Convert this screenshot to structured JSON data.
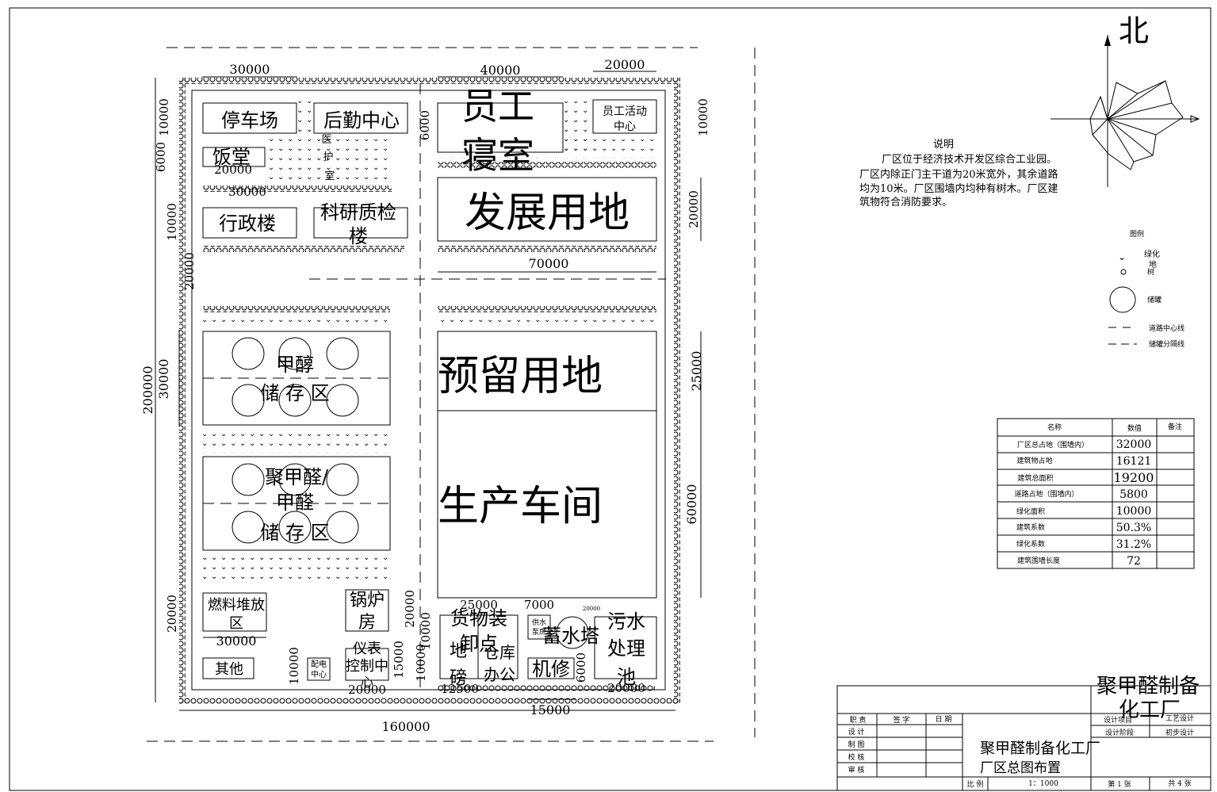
{
  "compass": {
    "north": "北"
  },
  "notes": {
    "title": "说明",
    "lines": [
      "厂区位于经济技术开发区综合工业园。",
      "厂区内除正门主干道为20米宽外，其余道路",
      "均为10米。厂区围墙内均种有树木。厂区建",
      "筑物符合消防要求。"
    ]
  },
  "legend": {
    "title": "图例",
    "green_1": "绿化",
    "green_2": "地",
    "tree": "树",
    "tank": "储罐",
    "road_center": "道路中心线",
    "tank_sep": "储罐分隔线"
  },
  "stats": {
    "headers": [
      "名称",
      "数值",
      "备注"
    ],
    "rows": [
      {
        "name": "厂区总占地（围墙内）",
        "value": "32000"
      },
      {
        "name": "建筑物占地",
        "value": "16121"
      },
      {
        "name": "建筑总面积",
        "value": "19200"
      },
      {
        "name": "道路占地（围墙内）",
        "value": "5800"
      },
      {
        "name": "绿化面积",
        "value": "10000"
      },
      {
        "name": "建筑系数",
        "value": "50.3%"
      },
      {
        "name": "绿化系数",
        "value": "31.2%"
      },
      {
        "name": "建筑围墙长度",
        "value": "72"
      }
    ]
  },
  "buildings": {
    "parking": "停车场",
    "logistics": "后勤中心",
    "dorm_1": "员工",
    "dorm_2": "寝室",
    "activity_1": "员工活动",
    "activity_2": "中心",
    "canteen": "饭堂",
    "clinic_1": "医",
    "clinic_2": "护",
    "clinic_3": "室",
    "admin": "行政楼",
    "research_1": "科研质检",
    "research_2": "楼",
    "development": "发展用地",
    "reserved": "预留用地",
    "workshop": "生产车间",
    "methanol_1": "甲醇",
    "methanol_2": "储 存 区",
    "pom_1": "聚甲醛/",
    "pom_2": "甲醛",
    "pom_3": "储 存 区",
    "fuel_1": "燃料堆放",
    "fuel_2": "区",
    "other": "其他",
    "power_1": "配电",
    "power_2": "中心",
    "boiler_1": "锅炉",
    "boiler_2": "房",
    "instrument_1": "仪表",
    "instrument_2": "控制中",
    "instrument_3": "心",
    "loading_1": "货物装",
    "loading_2": "卸点",
    "scale_1": "地",
    "scale_2": "磅",
    "warehouse_1": "仓库",
    "warehouse_2": "办公",
    "pump_1": "供水",
    "pump_2": "泵房",
    "repair": "机修",
    "tower": "蓄水塔",
    "sewage_1": "污水",
    "sewage_2": "处理",
    "sewage_3": "池"
  },
  "dims": {
    "d30000_top": "30000",
    "d40000_top": "40000",
    "d20000_top": "20000",
    "d20000_canteen": "20000",
    "d30000_mid": "30000",
    "d10000_left1": "10000",
    "d6000_left": "6000",
    "d10000_left2": "10000",
    "d20000_left": "20000",
    "d200000": "200000",
    "d30000_left": "30000",
    "d6000_dorm": "6000",
    "d10000_right1": "10000",
    "d20000_right": "20000",
    "d70000": "70000",
    "d25000": "25000",
    "d60000": "60000",
    "d20000_fuel": "20000",
    "d30000_fuel": "30000",
    "d10000_bottom": "10000",
    "d20000_boiler": "20000",
    "d10000_c1": "10000",
    "d15000": "15000",
    "d10000_c2": "10000",
    "d20000_instr": "20000",
    "d25000_b": "25000",
    "d7000": "7000",
    "d12500": "12500",
    "d6000_tower": "6000",
    "d20000_sewage": "20000",
    "d15000_b": "15000",
    "d160000": "160000",
    "d_small": "20000"
  },
  "title_block": {
    "project_big_1": "聚甲醛制备",
    "project_big_2": "化工厂",
    "col_role": "职  责",
    "col_sign": "签  字",
    "col_date": "日  期",
    "role_design": "设  计",
    "role_draw": "制  图",
    "role_check": "校  核",
    "role_review": "审  核",
    "design_item": "设计项目",
    "design_item_val": "工艺设计",
    "design_stage": "设计阶段",
    "design_stage_val": "初步设计",
    "project_name": "聚甲醛制备化工厂",
    "drawing_name": "厂区总图布置",
    "scale_label": "比  例",
    "scale_value": "1：1000",
    "sheet_no": "第 1 张",
    "sheet_total": "共 4 张"
  }
}
